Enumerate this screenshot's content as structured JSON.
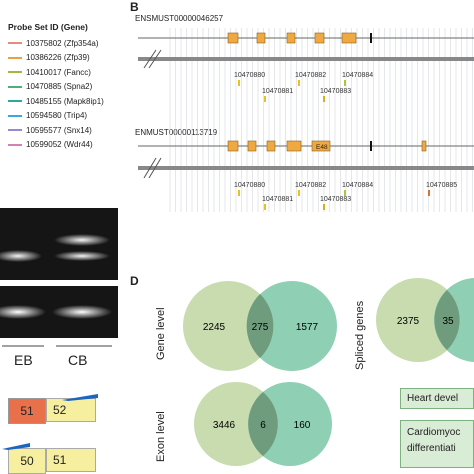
{
  "legend": {
    "title": "Probe Set ID (Gene)",
    "items": [
      {
        "label": "10375802 (Zfp354a)",
        "color": "#e98a7a"
      },
      {
        "label": "10386226 (Zfp39)",
        "color": "#e8a040"
      },
      {
        "label": "10410017 (Fancc)",
        "color": "#a3b83a"
      },
      {
        "label": "10470885 (Spna2)",
        "color": "#4db07b"
      },
      {
        "label": "10485155 (Mapk8ip1)",
        "color": "#2da89e"
      },
      {
        "label": "10594580 (Trip4)",
        "color": "#3aa8d8"
      },
      {
        "label": "10595577 (Snx14)",
        "color": "#9b88d0"
      },
      {
        "label": "10599052 (Wdr44)",
        "color": "#d481b8"
      }
    ]
  },
  "panelB": {
    "letter": "B",
    "tracks": [
      {
        "id": "ENSMUST00000046257",
        "probes_top": [
          "10470880",
          "10470882",
          "10470884"
        ],
        "probes_bottom": [
          "10470881",
          "10470883"
        ]
      },
      {
        "id": "ENMUST00000113719",
        "exon_label": "E48",
        "probes_top": [
          "10470880",
          "10470882",
          "10470884",
          "10470885"
        ],
        "probes_bottom": [
          "10470881",
          "10470883"
        ]
      }
    ]
  },
  "panelC": {
    "labels": [
      "EB",
      "CB"
    ],
    "boxes": [
      {
        "left": "51",
        "right": "52"
      },
      {
        "left": "50",
        "right": "51"
      }
    ]
  },
  "panelD": {
    "letter": "D",
    "venns": [
      {
        "side_label": "Gene level",
        "left": "2245",
        "center": "275",
        "right": "1577"
      },
      {
        "side_label": "Spliced genes",
        "left": "2375",
        "center": "35"
      },
      {
        "side_label": "Exon level",
        "left": "3446",
        "center": "6",
        "right": "160"
      }
    ],
    "tags": [
      "Heart devel",
      "Cardiomyoc",
      "differentiati"
    ]
  },
  "colors": {
    "venn_left": "#c8dcb0",
    "venn_right": "#8fcfb4",
    "exon": "#f0a940",
    "overlap": "#6f9c7c"
  }
}
